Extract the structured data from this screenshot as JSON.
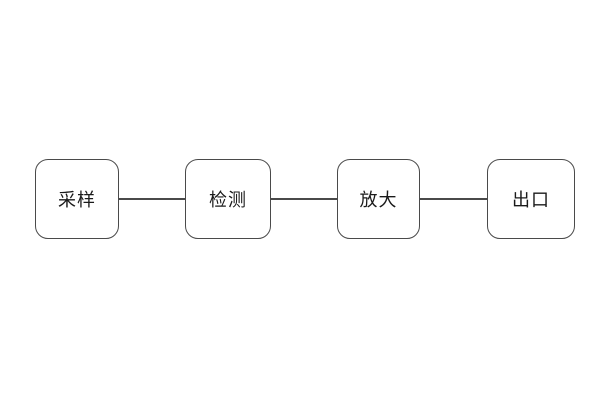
{
  "diagram": {
    "type": "flowchart",
    "direction": "left-to-right",
    "background_color": "#ffffff",
    "node_border_color": "#4a4a4a",
    "node_fill_color": "#ffffff",
    "node_text_color": "#1a1a1a",
    "connector_color": "#4a4a4a",
    "nodes": [
      {
        "id": "sampling",
        "label": "采样"
      },
      {
        "id": "detection",
        "label": "检测"
      },
      {
        "id": "amplification",
        "label": "放大"
      },
      {
        "id": "outlet",
        "label": "出口"
      }
    ],
    "connections": [
      {
        "from": "采样",
        "to": "检测",
        "style": "plain-line"
      },
      {
        "from": "检测",
        "to": "放大",
        "style": "plain-line"
      },
      {
        "from": "放大",
        "to": "出口",
        "style": "plain-line"
      }
    ]
  }
}
